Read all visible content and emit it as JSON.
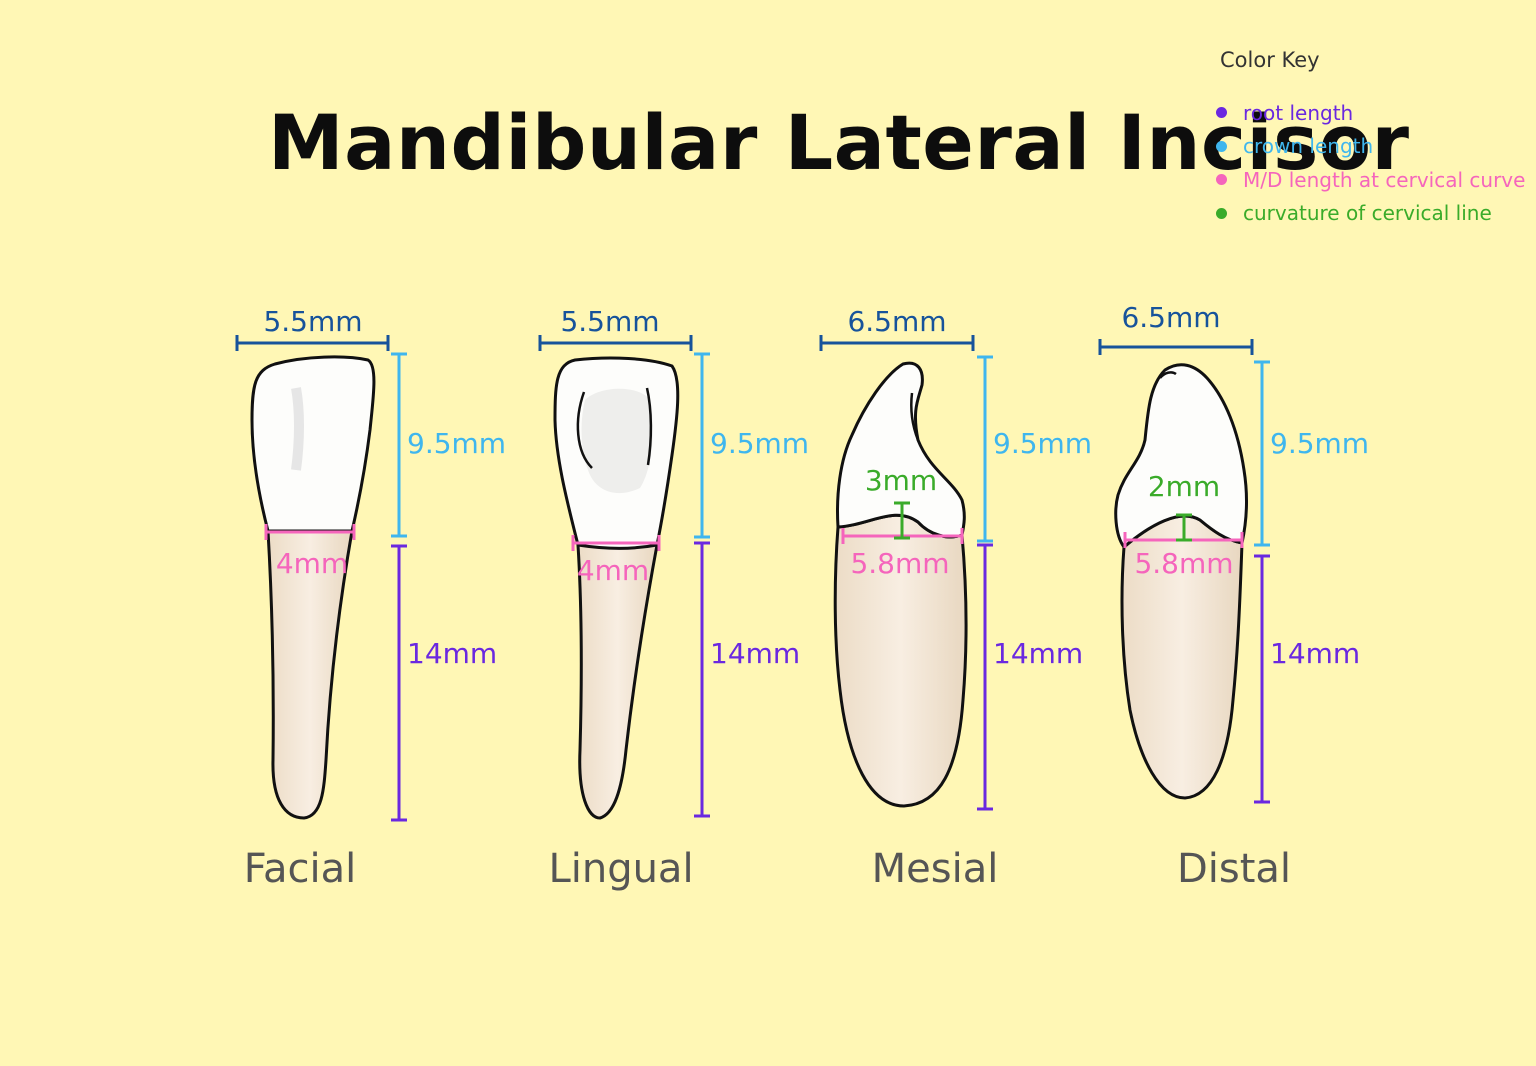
{
  "title": "Mandibular Lateral Incisor",
  "color_key": {
    "title": "Color Key",
    "items": [
      {
        "label": "root length",
        "color": "#6a28e0"
      },
      {
        "label": "crown length",
        "color": "#3fb6ee"
      },
      {
        "label": "M/D length at cervical curve",
        "color": "#f565bc"
      },
      {
        "label": "curvature of cervical line",
        "color": "#3aab2a"
      }
    ]
  },
  "colors": {
    "width_dim": "#17539b",
    "crown_fill": "#ffffff",
    "root_fill": "#f3e6d5",
    "outline": "#111111",
    "background": "#fff7b5"
  },
  "views": [
    {
      "label": "Facial",
      "width": "5.5mm",
      "crown": "9.5mm",
      "cervical_md": "4mm",
      "root": "14mm"
    },
    {
      "label": "Lingual",
      "width": "5.5mm",
      "crown": "9.5mm",
      "cervical_md": "4mm",
      "root": "14mm"
    },
    {
      "label": "Mesial",
      "width": "6.5mm",
      "crown": "9.5mm",
      "cervical_md": "5.8mm",
      "root": "14mm",
      "curvature": "3mm"
    },
    {
      "label": "Distal",
      "width": "6.5mm",
      "crown": "9.5mm",
      "cervical_md": "5.8mm",
      "root": "14mm",
      "curvature": "2mm"
    }
  ]
}
